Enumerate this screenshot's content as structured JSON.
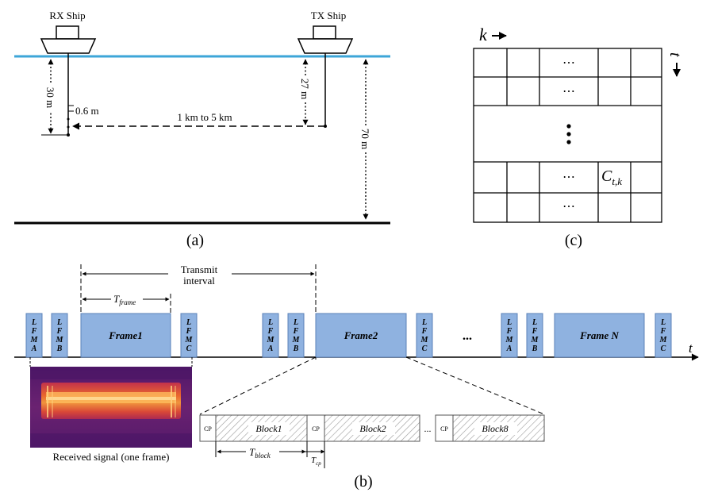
{
  "panel_a": {
    "rx_label": "RX Ship",
    "tx_label": "TX Ship",
    "rx_depth": "30 m",
    "tx_depth": "27 m",
    "water_depth": "70 m",
    "spacing": "0.6 m",
    "range": "1 km to 5 km",
    "caption": "(a)"
  },
  "panel_c": {
    "k_label": "k",
    "t_label": "t",
    "dots": "⋯",
    "vdots": "⋮",
    "cell_symbol": "C",
    "cell_subscript": "t,k",
    "caption": "(c)"
  },
  "panel_b": {
    "transmit": "Transmit",
    "interval": "interval",
    "t_frame": "T",
    "t_frame_sub": "frame",
    "lfm_a": [
      "L",
      "F",
      "M",
      "A"
    ],
    "lfm_b": [
      "L",
      "F",
      "M",
      "B"
    ],
    "lfm_c": [
      "L",
      "F",
      "M",
      "C"
    ],
    "frame1": "Frame1",
    "frame2": "Frame2",
    "frame_n": "Frame N",
    "ellipsis": "...",
    "t_axis": "t",
    "received": "Received signal (one frame)",
    "cp": "CP",
    "block1": "Block1",
    "block2": "Block2",
    "block8": "Block8",
    "block_ellipsis": "...",
    "t_block": "T",
    "t_block_sub": "block",
    "t_cp": "T",
    "t_cp_sub": "cp",
    "caption": "(b)"
  }
}
